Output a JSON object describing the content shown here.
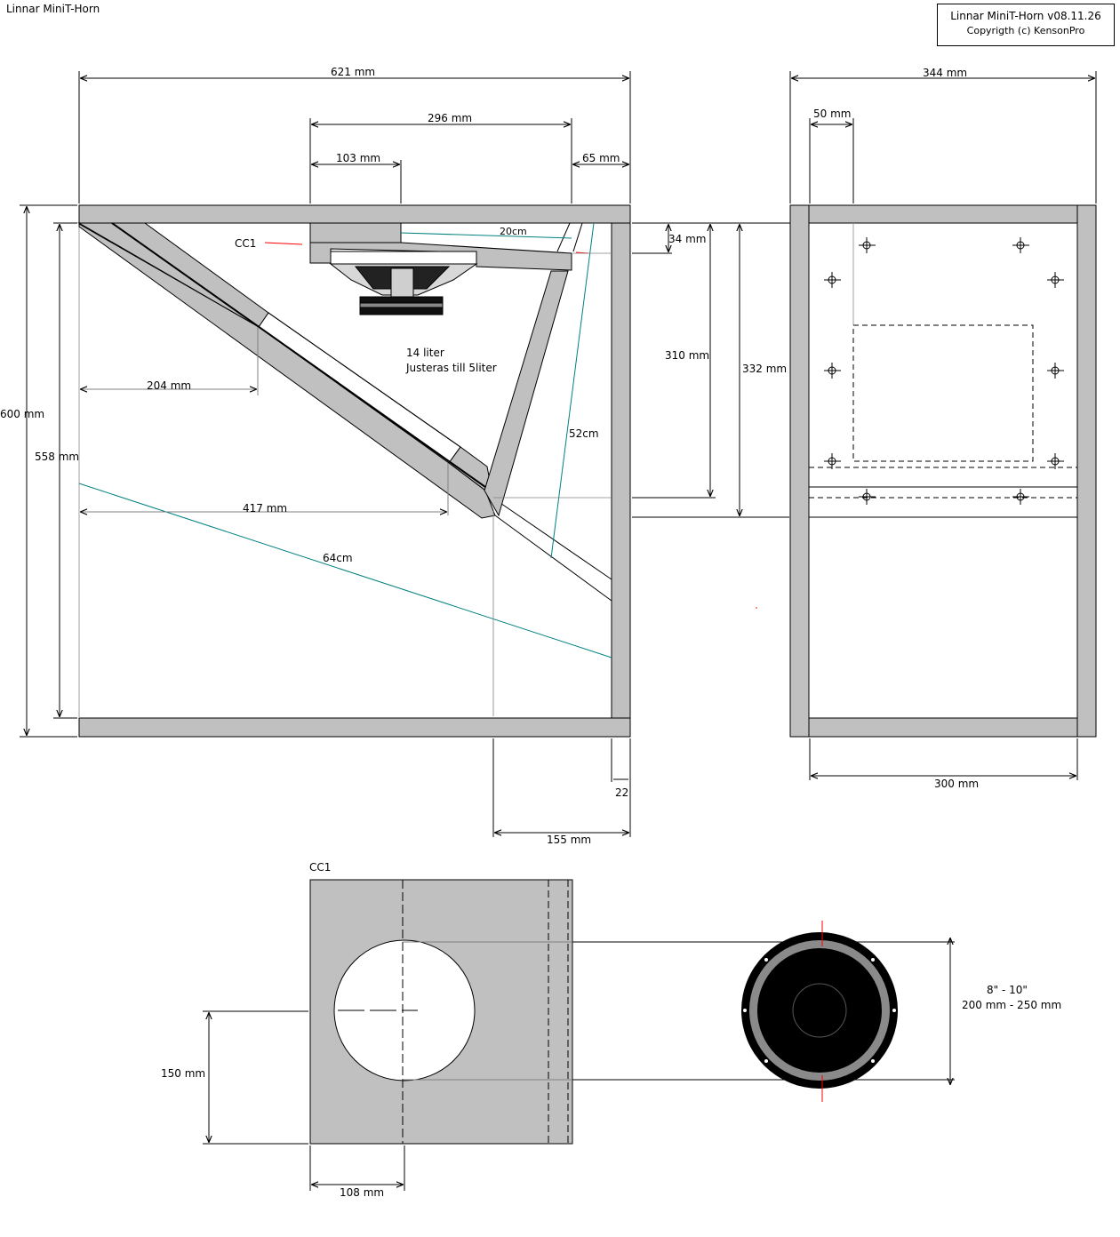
{
  "title": "Linnar MiniT-Horn",
  "info": {
    "line1": "Linnar MiniT-Horn  v08.11.26",
    "line2": "Copyrigth (c) KensonPro"
  },
  "side": {
    "w_total": "621 mm",
    "w_296": "296 mm",
    "w_103": "103 mm",
    "w_65": "65 mm",
    "h_600": "600 mm",
    "h_558": "558 mm",
    "h_34": "34 mm",
    "h_310": "310 mm",
    "h_332": "332 mm",
    "d_204": "204 mm",
    "d_417": "417 mm",
    "d_22": "22",
    "d_155": "155 mm",
    "cc1": "CC1",
    "path_20": "20cm",
    "path_52": "52cm",
    "path_64": "64cm",
    "vol_1": "14 liter",
    "vol_2": "Justeras till 5liter"
  },
  "front": {
    "w_344": "344 mm",
    "w_50": "50 mm",
    "w_300": "300 mm"
  },
  "cc1_panel": {
    "label": "CC1",
    "h_150": "150 mm",
    "w_108": "108 mm"
  },
  "driver": {
    "size_1": "8\" - 10\"",
    "size_2": "200 mm - 250 mm"
  },
  "colors": {
    "panel": "#c0c0c0",
    "horn_line": "#008080",
    "marker": "#ff0000"
  }
}
